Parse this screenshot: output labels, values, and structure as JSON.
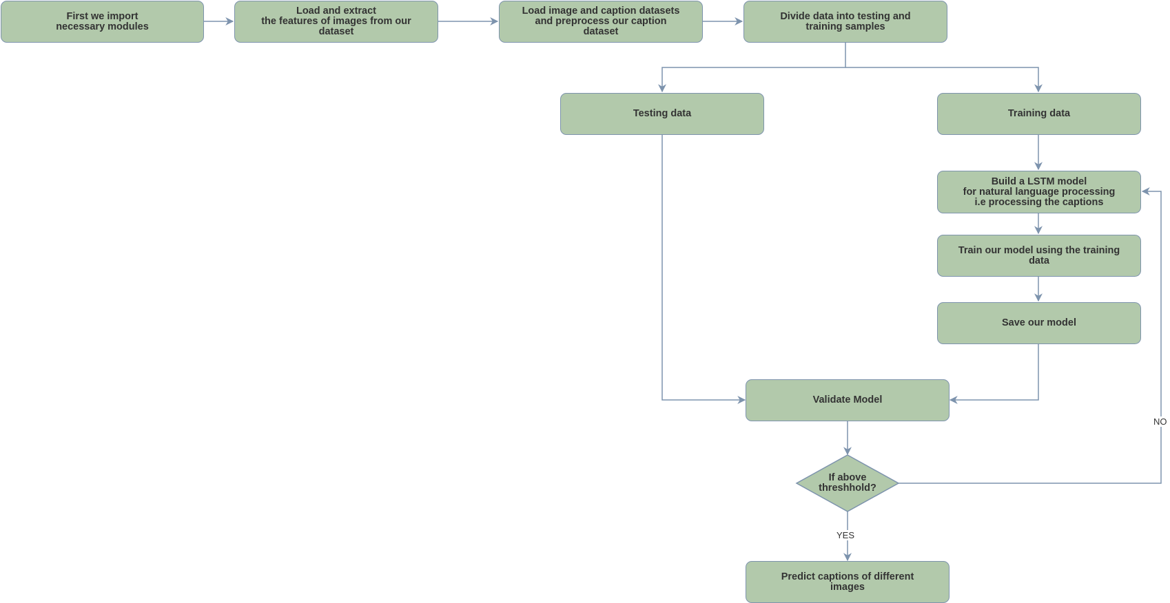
{
  "colors": {
    "node_fill": "#b2c9ab",
    "node_stroke": "#7d93ad",
    "edge": "#7d93ad",
    "text": "#333333"
  },
  "nodes": {
    "import_modules": "First we import\nnecessary modules",
    "extract_features": "Load and extract\nthe features of images from our\ndataset",
    "load_datasets": "Load image and caption datasets\nand preprocess our caption\ndataset",
    "divide_data": "Divide data into testing and\ntraining samples",
    "testing_data": "Testing data",
    "training_data": "Training data",
    "build_lstm": "Build a LSTM model\nfor natural language processing\ni.e processing the captions",
    "train_model": "Train our model using the training\ndata",
    "save_model": "Save our model",
    "validate_model": "Validate Model",
    "threshold_check": "If above\nthreshhold?",
    "predict_captions": "Predict captions of different\nimages"
  },
  "edge_labels": {
    "yes": "YES",
    "no": "NO"
  }
}
